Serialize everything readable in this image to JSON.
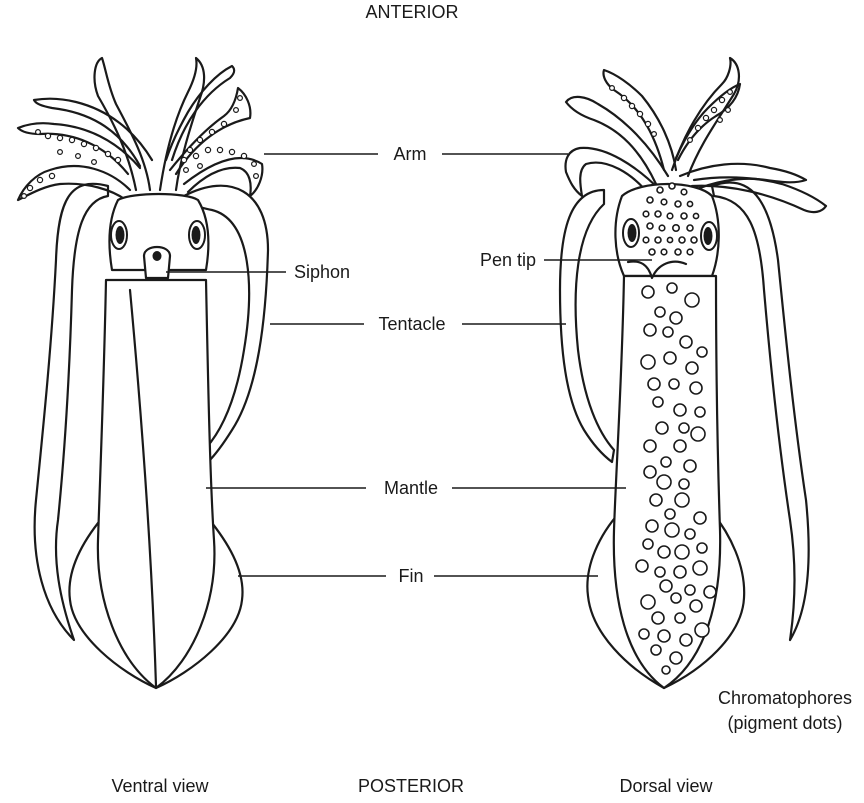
{
  "header": {
    "anterior": "ANTERIOR"
  },
  "footer": {
    "ventral": "Ventral view",
    "posterior": "POSTERIOR",
    "dorsal": "Dorsal view"
  },
  "labels": {
    "arm": "Arm",
    "siphon": "Siphon",
    "pen_tip": "Pen tip",
    "tentacle": "Tentacle",
    "mantle": "Mantle",
    "fin": "Fin",
    "chromatophores_line1": "Chromatophores",
    "chromatophores_line2": "(pigment dots)"
  }
}
